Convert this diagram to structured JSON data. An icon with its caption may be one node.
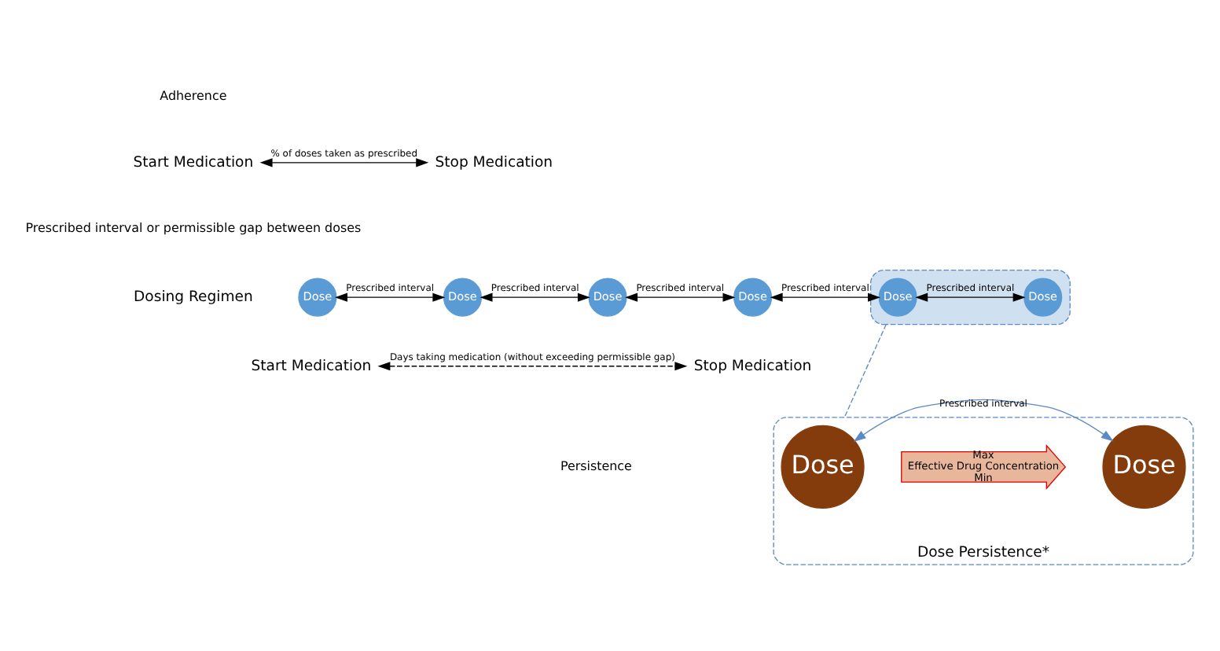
{
  "diagram": {
    "nodes": [
      {
        "text": [
          "Start Medication"
        ]
      },
      {
        "text": [
          "Stop Medication"
        ]
      },
      {
        "text": [
          "Dosing Regimen"
        ]
      },
      {
        "text": [
          "Dose"
        ]
      },
      {
        "text": [
          "Dose"
        ]
      },
      {
        "text": [
          "Dose"
        ]
      },
      {
        "text": [
          "Dose"
        ]
      },
      {
        "text": [],
        "shape": "box"
      },
      {
        "text": [
          "Dose"
        ],
        "in": 7
      },
      {
        "text": [
          "Dose"
        ],
        "in": 7
      },
      {
        "text": [
          "Start Medication"
        ]
      },
      {
        "text": [
          "Stop Medication"
        ]
      },
      {
        "text": [
          "Dose Persistence*"
        ]
      },
      {
        "text": [
          "Dose"
        ],
        "in": 12
      },
      {
        "text": [
          "Max",
          "Effective Drug Concentration",
          "Min"
        ],
        "in": 12
      },
      {
        "text": [
          "Dose"
        ],
        "in": 12
      }
    ],
    "edges": [
      {
        "from": 0,
        "to": 1,
        "arrow": "both",
        "label": "% of doses taken as prescribed"
      },
      {
        "from": 3,
        "to": 4,
        "arrow": "both",
        "label": "Prescribed interval"
      },
      {
        "from": 4,
        "to": 5,
        "arrow": "both",
        "label": "Prescribed interval"
      },
      {
        "from": 5,
        "to": 6,
        "arrow": "both",
        "label": "Prescribed interval"
      },
      {
        "from": 6,
        "to": 8,
        "arrow": "both",
        "label": "Prescribed interval"
      },
      {
        "from": 8,
        "to": 9,
        "arrow": "both",
        "label": "Prescribed interval"
      },
      {
        "from": 10,
        "to": 11,
        "arrow": "both",
        "label": "Days taking medication (without exceeding permissible gap)",
        "style": "dashed"
      },
      {
        "from": 7,
        "to": 12,
        "arrow": "none",
        "style": "dashed",
        "color": "#5b8ac6"
      },
      {
        "from": 13,
        "to": 15,
        "arrow": "both",
        "label": "Prescribed interval",
        "color": "#5b8ac6"
      }
    ],
    "labels": [
      "Adherence",
      "Prescribed interval or permissible gap between doses",
      "Persistence"
    ]
  }
}
